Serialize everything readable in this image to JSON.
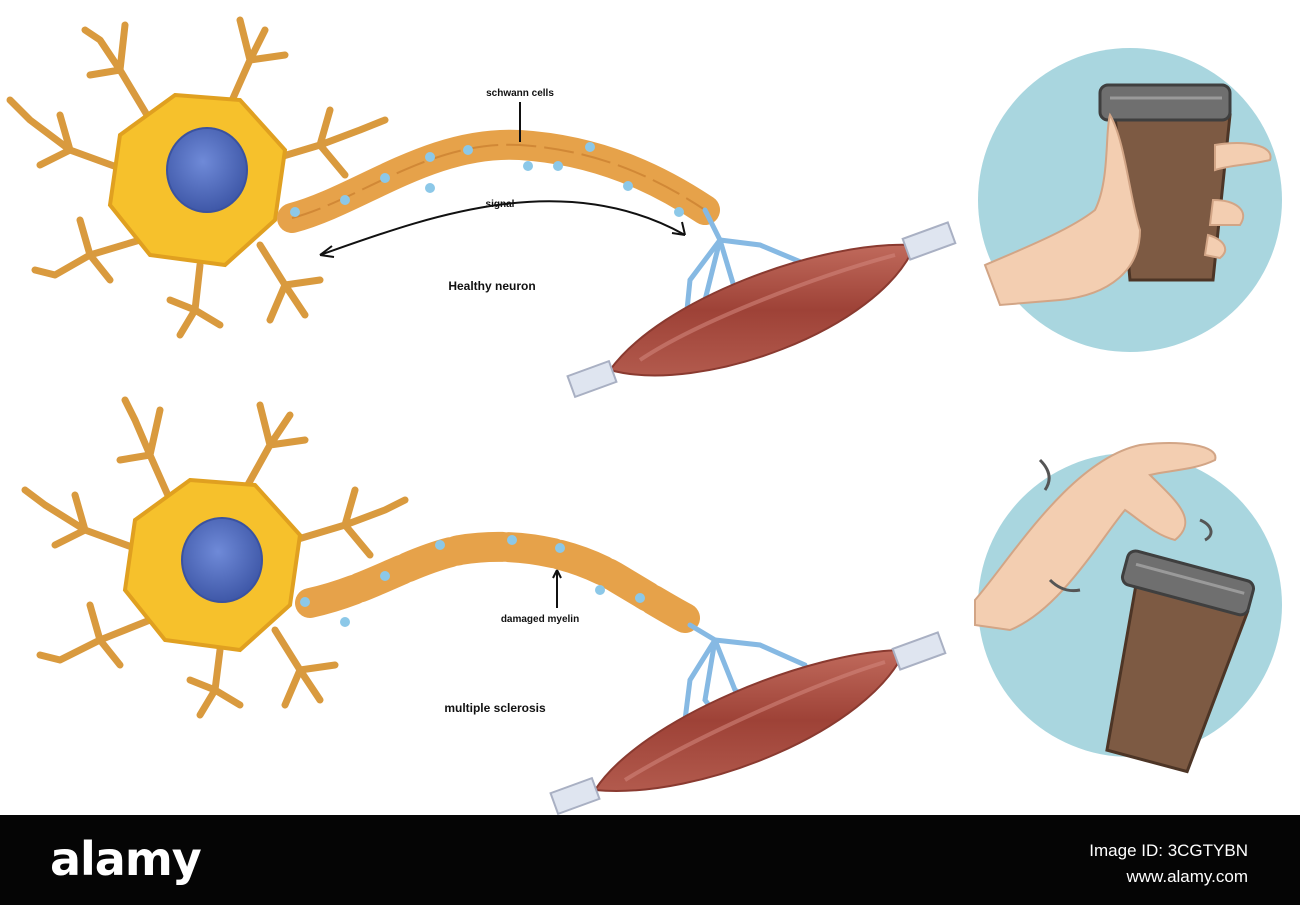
{
  "diagram": {
    "labels": {
      "schwann_cell": "schwann cells",
      "signal": "signal",
      "healthy_neuron": "Healthy neuron",
      "damaged_myelin": "damaged myelin",
      "ms_neuron": "multiple sclerosis"
    },
    "colors": {
      "cell_body": "#f6c12c",
      "cell_outline": "#e0a020",
      "nucleus": "#5570c4",
      "dendrite": "#d99a3e",
      "axon": "#e6a24a",
      "myelin_node": "#8cc8e8",
      "nerve_ending": "#86b9e3",
      "muscle": "#b5564a",
      "tendon": "#dfe5f0",
      "circle_bg": "#a9d6df",
      "skin": "#f3ceb1",
      "cup": "#7d5a43",
      "lid": "#6f6f6f"
    },
    "icons": [
      "neuron-cell",
      "muscle-fiber",
      "hand-holding-cup-icon",
      "hand-dropping-cup-icon"
    ]
  },
  "watermark": {
    "logo": "alamy",
    "image_id": "Image ID: 3CGTYBN",
    "url": "www.alamy.com"
  }
}
